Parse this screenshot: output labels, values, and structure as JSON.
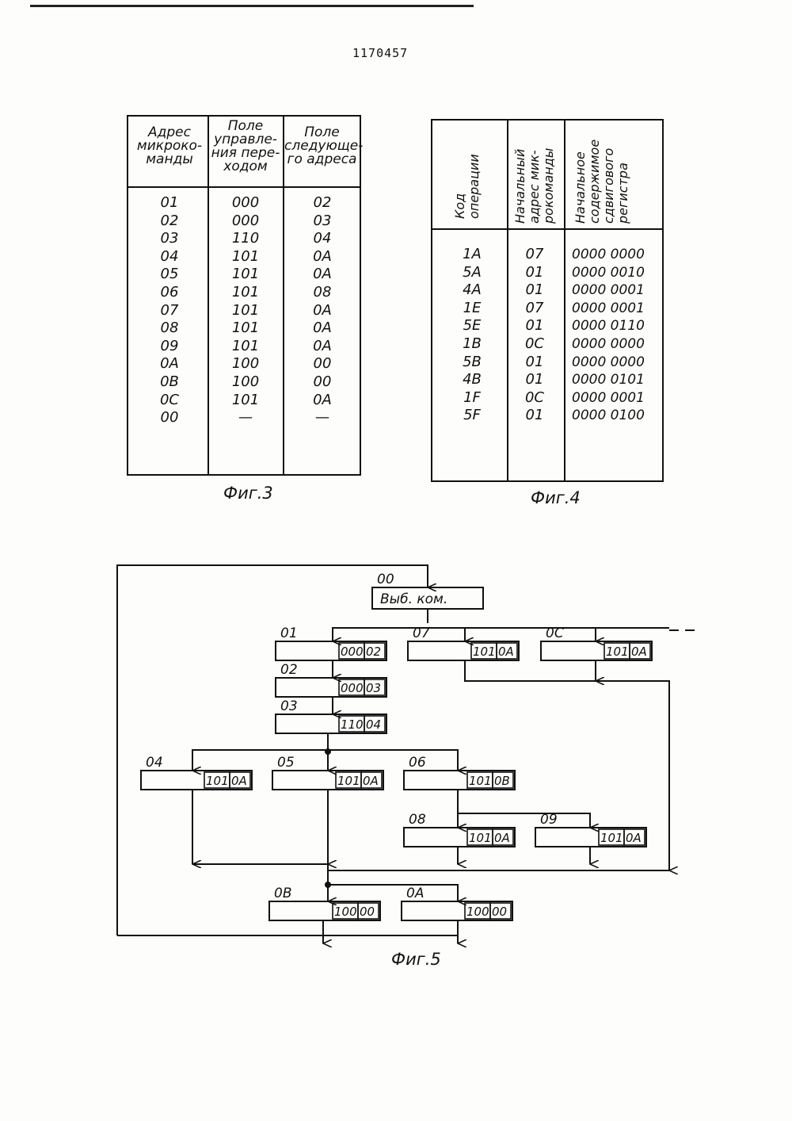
{
  "patent_number": "1170457",
  "fig3": {
    "caption": "Фиг.3",
    "headers": [
      "Адрес микроко- манды",
      "Поле управле- ния пере- ходом",
      "Поле следующе- го адреса"
    ],
    "addresses": [
      "01",
      "02",
      "03",
      "04",
      "05",
      "06",
      "07",
      "08",
      "09",
      "0A",
      "0B",
      "0C",
      "00"
    ],
    "control": [
      "000",
      "000",
      "110",
      "101",
      "101",
      "101",
      "101",
      "101",
      "101",
      "100",
      "100",
      "101",
      "—"
    ],
    "next": [
      "02",
      "03",
      "04",
      "0A",
      "0A",
      "08",
      "0A",
      "0A",
      "0A",
      "00",
      "00",
      "0A",
      "—"
    ]
  },
  "fig4": {
    "caption": "Фиг.4",
    "headers": [
      "Код операции",
      "Начальный адрес мик- рокоманды",
      "Начальное содержимое сдвигового регистра"
    ],
    "codes": [
      "1A",
      "5A",
      "4A",
      "1E",
      "5E",
      "1B",
      "5B",
      "4B",
      "1F",
      "5F"
    ],
    "start": [
      "07",
      "01",
      "01",
      "07",
      "01",
      "0C",
      "01",
      "01",
      "0C",
      "01"
    ],
    "register": [
      "0000 0000",
      "0000 0010",
      "0000 0001",
      "0000 0001",
      "0000 0110",
      "0000 0000",
      "0000 0000",
      "0000 0101",
      "0000 0001",
      "0000 0100"
    ]
  },
  "fig5": {
    "caption": "Фиг.5",
    "fetch": {
      "label": "00",
      "text": "Выб. ком."
    },
    "blocks": {
      "b01": {
        "label": "01",
        "ctrl": "000",
        "next": "02"
      },
      "b07": {
        "label": "07",
        "ctrl": "101",
        "next": "0A"
      },
      "b0C": {
        "label": "0C",
        "ctrl": "101",
        "next": "0A"
      },
      "b02": {
        "label": "02",
        "ctrl": "000",
        "next": "03"
      },
      "b03": {
        "label": "03",
        "ctrl": "110",
        "next": "04"
      },
      "b04": {
        "label": "04",
        "ctrl": "101",
        "next": "0A"
      },
      "b05": {
        "label": "05",
        "ctrl": "101",
        "next": "0A"
      },
      "b06": {
        "label": "06",
        "ctrl": "101",
        "next": "0B"
      },
      "b08": {
        "label": "08",
        "ctrl": "101",
        "next": "0A"
      },
      "b09": {
        "label": "09",
        "ctrl": "101",
        "next": "0A"
      },
      "b0B": {
        "label": "0B",
        "ctrl": "100",
        "next": "00"
      },
      "b0A": {
        "label": "0A",
        "ctrl": "100",
        "next": "00"
      }
    }
  }
}
